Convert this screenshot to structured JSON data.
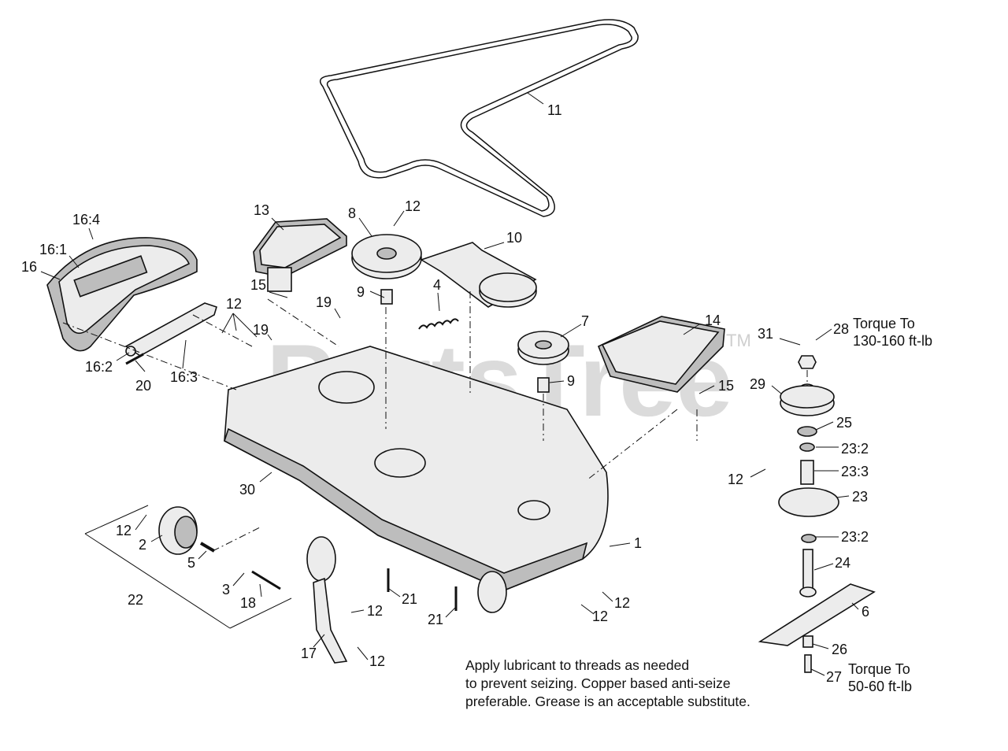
{
  "watermark": "PartsTree",
  "trademark": "TM",
  "callouts": [
    {
      "id": "c11",
      "text": "11"
    },
    {
      "id": "c13",
      "text": "13"
    },
    {
      "id": "c8",
      "text": "8"
    },
    {
      "id": "c12a",
      "text": "12"
    },
    {
      "id": "c10",
      "text": "10"
    },
    {
      "id": "c16-4",
      "text": "16:4"
    },
    {
      "id": "c16-1",
      "text": "16:1"
    },
    {
      "id": "c16",
      "text": "16"
    },
    {
      "id": "c15a",
      "text": "15"
    },
    {
      "id": "c9a",
      "text": "9"
    },
    {
      "id": "c4",
      "text": "4"
    },
    {
      "id": "c12b",
      "text": "12"
    },
    {
      "id": "c19a",
      "text": "19"
    },
    {
      "id": "c19b",
      "text": "19"
    },
    {
      "id": "c7",
      "text": "7"
    },
    {
      "id": "c14",
      "text": "14"
    },
    {
      "id": "c28",
      "text": "28"
    },
    {
      "id": "c31",
      "text": "31"
    },
    {
      "id": "c16-2",
      "text": "16:2"
    },
    {
      "id": "c20",
      "text": "20"
    },
    {
      "id": "c16-3",
      "text": "16:3"
    },
    {
      "id": "c9b",
      "text": "9"
    },
    {
      "id": "c15b",
      "text": "15"
    },
    {
      "id": "c29",
      "text": "29"
    },
    {
      "id": "c25",
      "text": "25"
    },
    {
      "id": "c23-2a",
      "text": "23:2"
    },
    {
      "id": "c23-3",
      "text": "23:3"
    },
    {
      "id": "c12c",
      "text": "12"
    },
    {
      "id": "c23",
      "text": "23"
    },
    {
      "id": "c30",
      "text": "30"
    },
    {
      "id": "c12d",
      "text": "12"
    },
    {
      "id": "c2",
      "text": "2"
    },
    {
      "id": "c1",
      "text": "1"
    },
    {
      "id": "c23-2b",
      "text": "23:2"
    },
    {
      "id": "c5",
      "text": "5"
    },
    {
      "id": "c24",
      "text": "24"
    },
    {
      "id": "c3",
      "text": "3"
    },
    {
      "id": "c22",
      "text": "22"
    },
    {
      "id": "c18",
      "text": "18"
    },
    {
      "id": "c21a",
      "text": "21"
    },
    {
      "id": "c12e",
      "text": "12"
    },
    {
      "id": "c6",
      "text": "6"
    },
    {
      "id": "c12f",
      "text": "12"
    },
    {
      "id": "c21b",
      "text": "21"
    },
    {
      "id": "c12g",
      "text": "12"
    },
    {
      "id": "c17",
      "text": "17"
    },
    {
      "id": "c26",
      "text": "26"
    },
    {
      "id": "c12h",
      "text": "12"
    },
    {
      "id": "c27",
      "text": "27"
    }
  ],
  "torque_notes": {
    "top": {
      "line1": "Torque To",
      "line2": "130-160 ft-lb"
    },
    "bottom": {
      "line1": "Torque To",
      "line2": "50-60 ft-lb"
    }
  },
  "lubricant_note": {
    "line1": "Apply lubricant to threads as needed",
    "line2": "to prevent seizing. Copper based anti-seize",
    "line3": "preferable. Grease is an acceptable substitute."
  }
}
